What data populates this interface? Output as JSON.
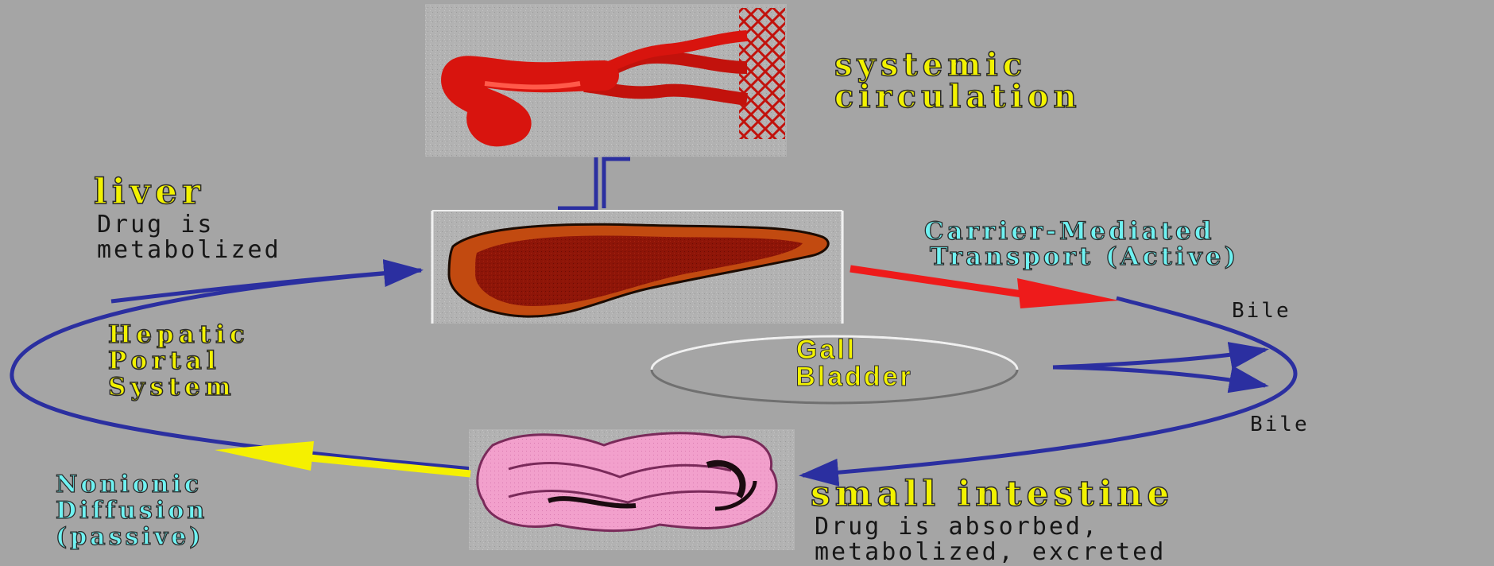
{
  "labels": {
    "systemic_line1": "systemic",
    "systemic_line2": "circulation",
    "liver_title": "liver",
    "liver_desc_line1": "Drug is",
    "liver_desc_line2": "metabolized",
    "carrier_line1": "Carrier-Mediated",
    "carrier_line2": "Transport (Active)",
    "bile_top": "Bile",
    "bile_bottom": "Bile",
    "gall_line1": "Gall",
    "gall_line2": "Bladder",
    "hepatic_line1": "Hepatic",
    "hepatic_line2": "Portal",
    "hepatic_line3": "System",
    "nonionic_line1": "Nonionic",
    "nonionic_line2": "Diffusion",
    "nonionic_line3": "(passive)",
    "intestine_title": "small intestine",
    "intestine_desc_line1": "Drug is absorbed,",
    "intestine_desc_line2": "metabolized, excreted"
  },
  "colors": {
    "background": "#a5a5a5",
    "cycle_arrow": "#2b2fa0",
    "active_transport_arrow": "#ee1b1b",
    "passive_diffusion_arrow": "#f5f000",
    "title_text": "#f2f200",
    "process_text": "#6ff2f2",
    "liver": "#9a1d08",
    "intestine": "#f29bc8",
    "blood_vessel": "#d8140e"
  },
  "icons": {
    "vessel": "blood-vessel-icon",
    "liver": "liver-icon",
    "intestine": "small-intestine-icon",
    "gall_bladder": "gall-bladder-icon",
    "exchange": "equilibrium-arrows-icon"
  }
}
